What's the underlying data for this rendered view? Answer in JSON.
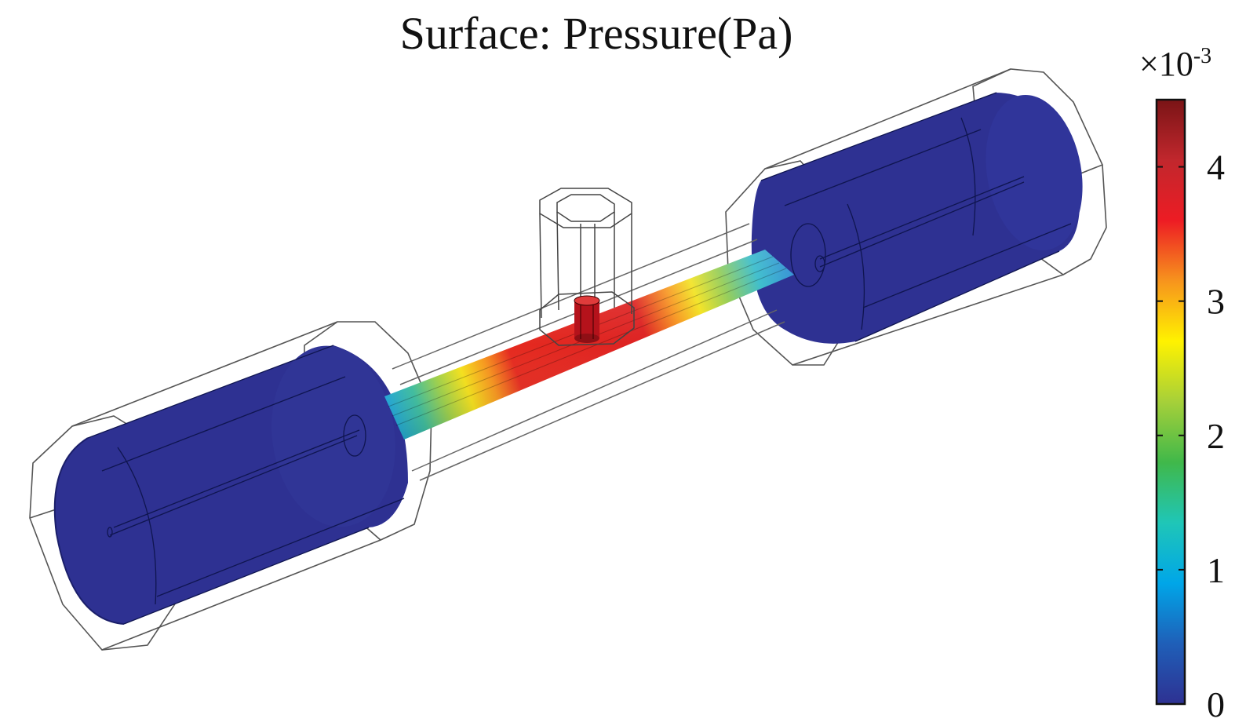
{
  "title": "Surface: Pressure(Pa)",
  "colorbar": {
    "multiplier_base": "×10",
    "multiplier_exponent": "-3",
    "ticks": [
      {
        "value": 0,
        "label": "0"
      },
      {
        "value": 1,
        "label": "1"
      },
      {
        "value": 2,
        "label": "2"
      },
      {
        "value": 3,
        "label": "3"
      },
      {
        "value": 4,
        "label": "4"
      }
    ],
    "min": 0,
    "max": 4.5,
    "colormap": [
      "#2e3192",
      "#1f5fb8",
      "#00a6e8",
      "#1fc6b7",
      "#40b84a",
      "#a6d039",
      "#fff200",
      "#f7941d",
      "#ed1c24",
      "#c1272d",
      "#7a1416"
    ]
  },
  "colors": {
    "low": "#2e3192",
    "high": "#d7191c",
    "wireframe": "#4a4a4a"
  }
}
